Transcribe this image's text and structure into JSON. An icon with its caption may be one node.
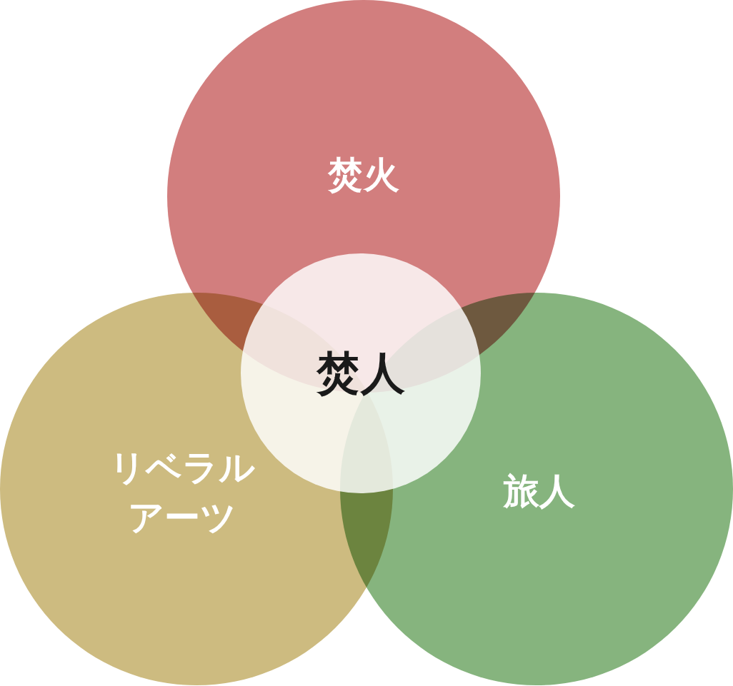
{
  "diagram": {
    "nodes": [
      {
        "text": [
          "焚火"
        ]
      },
      {
        "text": [
          "リベラルアーツ"
        ]
      },
      {
        "text": [
          "旅人"
        ]
      },
      {
        "text": [
          "焚人"
        ]
      }
    ]
  }
}
